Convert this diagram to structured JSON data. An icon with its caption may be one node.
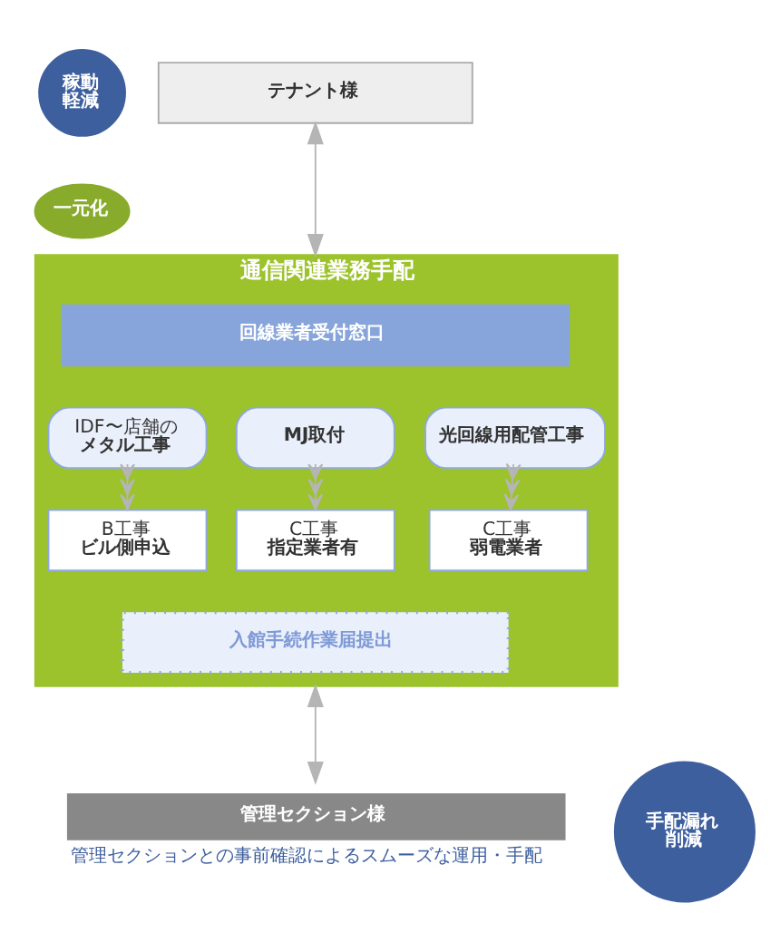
{
  "diagram": {
    "nodes": [
      {
        "text": [
          "テナント様"
        ]
      },
      {
        "text": [
          "通信関連業務手配"
        ]
      },
      {
        "text": [
          "回線業者受付窓口"
        ],
        "in": 1
      },
      {
        "text": [
          "IDF〜店舗の",
          "メタル工事"
        ],
        "in": 1
      },
      {
        "text": [
          "MJ取付"
        ],
        "in": 1
      },
      {
        "text": [
          "光回線用配管工事"
        ],
        "in": 1
      },
      {
        "text": [
          "B工事",
          "ビル側申込"
        ],
        "in": 1
      },
      {
        "text": [
          "C工事",
          "指定業者有"
        ],
        "in": 1
      },
      {
        "text": [
          "C工事",
          "弱電業者"
        ],
        "in": 1
      },
      {
        "text": [
          "入館手続作業届提出"
        ],
        "in": 1
      },
      {
        "text": [
          "管理セクション様"
        ],
        "beside": [
          "管理セクションとの事前確認によるスムーズな運用・手配"
        ]
      },
      {
        "text": [
          "稼動",
          "軽減"
        ]
      },
      {
        "text": [
          "一元化"
        ]
      },
      {
        "text": [
          "手配漏れ",
          "削減"
        ]
      }
    ],
    "edges": [
      {
        "from": 0,
        "to": 1,
        "arrow": "both"
      },
      {
        "from": 3,
        "to": 6,
        "arrow": "to"
      },
      {
        "from": 4,
        "to": 7,
        "arrow": "to"
      },
      {
        "from": 5,
        "to": 8,
        "arrow": "to"
      },
      {
        "from": 1,
        "to": 10,
        "arrow": "both"
      }
    ]
  }
}
